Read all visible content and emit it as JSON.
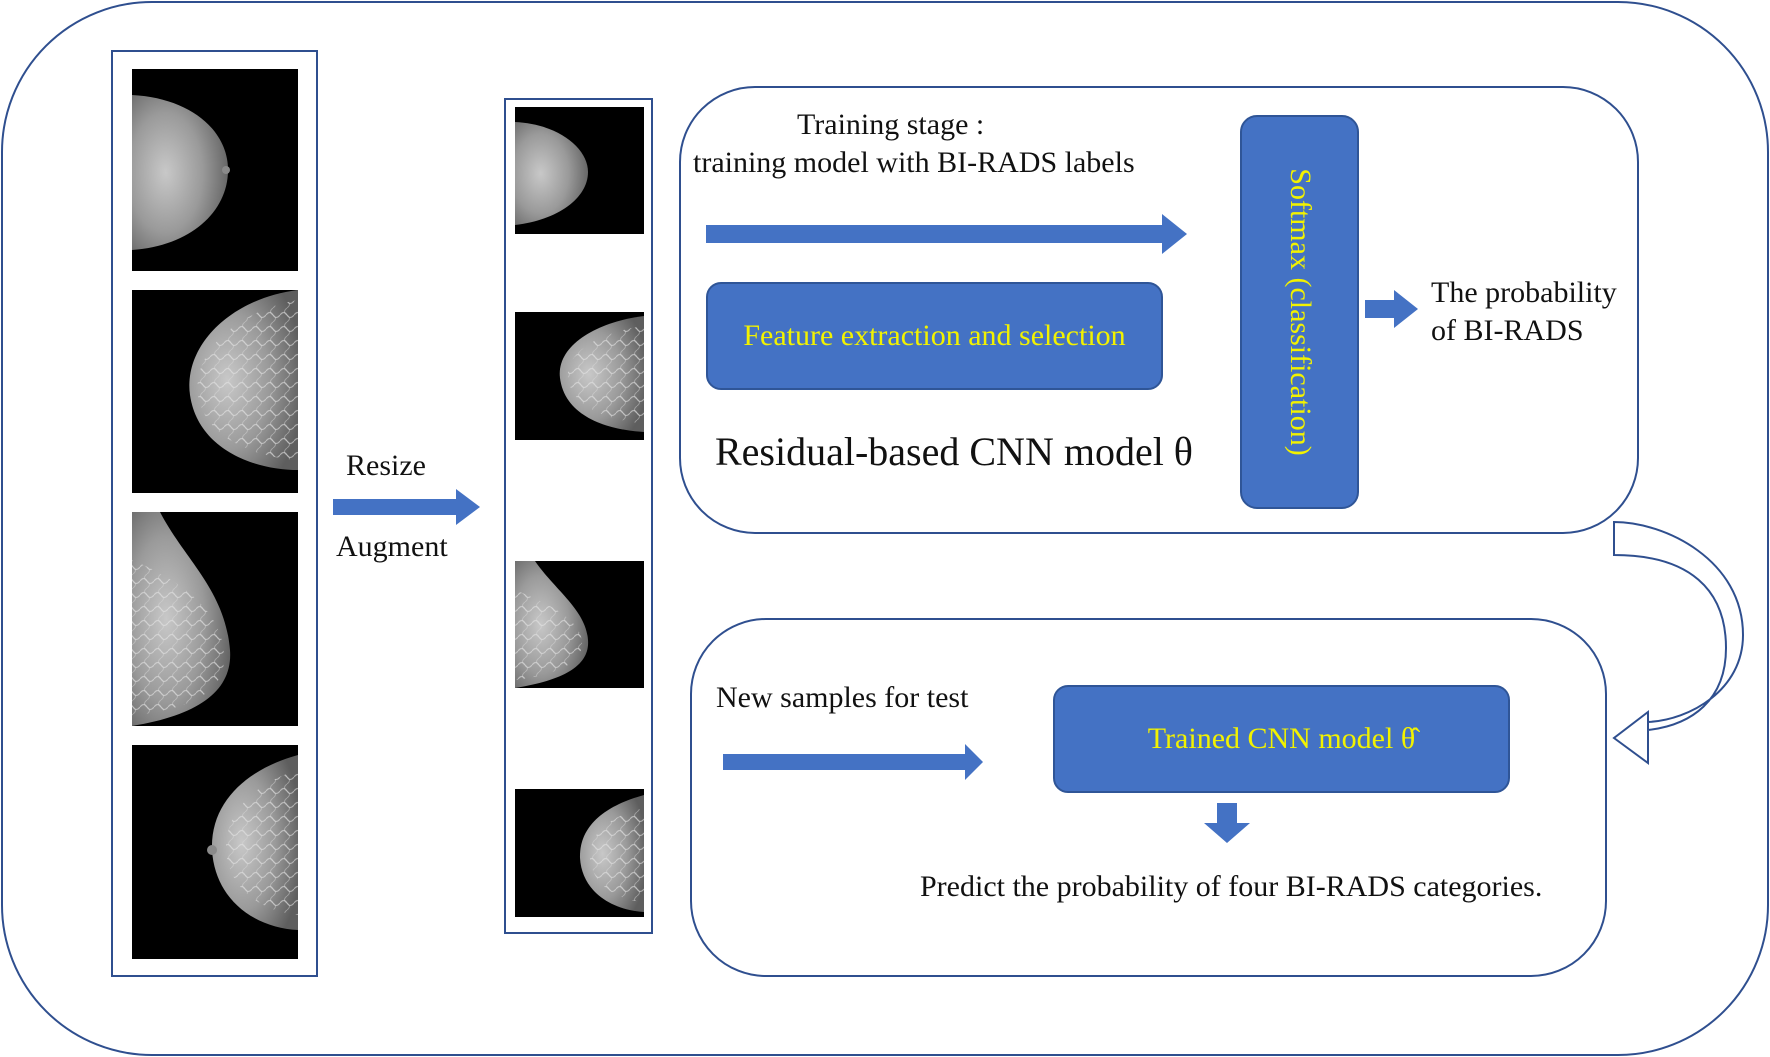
{
  "preprocess": {
    "resize": "Resize",
    "augment": "Augment"
  },
  "training": {
    "stage_line1": "Training stage :",
    "stage_line2": "training model with BI-RADS labels",
    "feature_box": "Feature extraction and selection",
    "model_label": "Residual-based CNN model θ",
    "softmax": "Softmax (classification)",
    "output_line1": "The probability",
    "output_line2": "of BI-RADS"
  },
  "testing": {
    "input_label": "New samples for test",
    "model_box": "Trained CNN model θ̂",
    "output": "Predict the probability of four BI-RADS categories."
  },
  "colors": {
    "outline": "#2f4f8f",
    "box_fill": "#4472c4",
    "box_text": "#f2f200",
    "arrow": "#4472c4"
  }
}
